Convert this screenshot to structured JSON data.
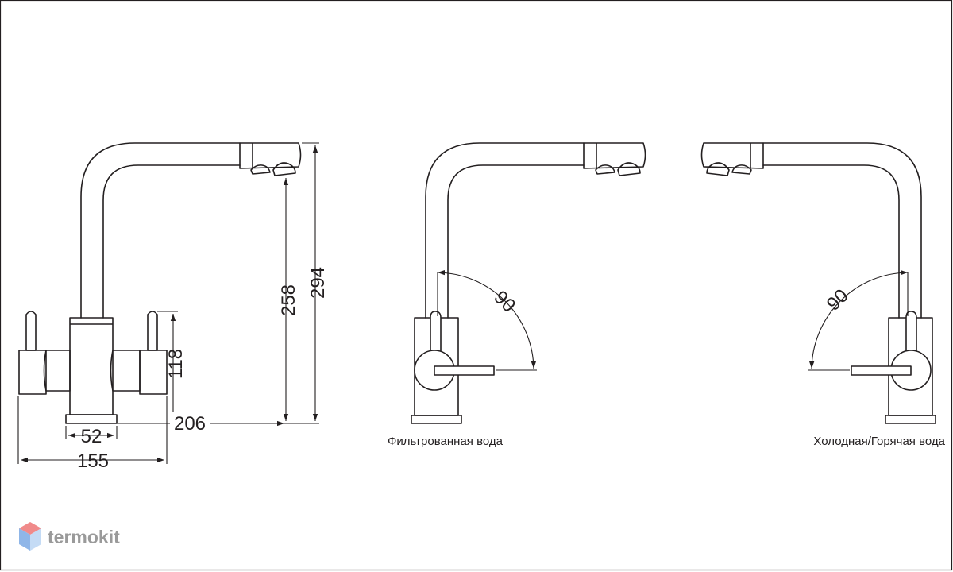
{
  "dimensions": {
    "height_total": "294",
    "height_spout": "258",
    "handle_height": "118",
    "reach": "206",
    "base_width": "52",
    "overall_width": "155"
  },
  "views": [
    {
      "caption": "Фильтрованная вода",
      "angle": "90"
    },
    {
      "caption": "Холодная/Горячая вода",
      "angle": "90"
    }
  ],
  "logo": {
    "text": "termokit"
  },
  "colors": {
    "line": "#231f20",
    "logo": "#9a9a9a",
    "logo_top": "#f08a8a",
    "logo_side": "#8fb6e8"
  }
}
